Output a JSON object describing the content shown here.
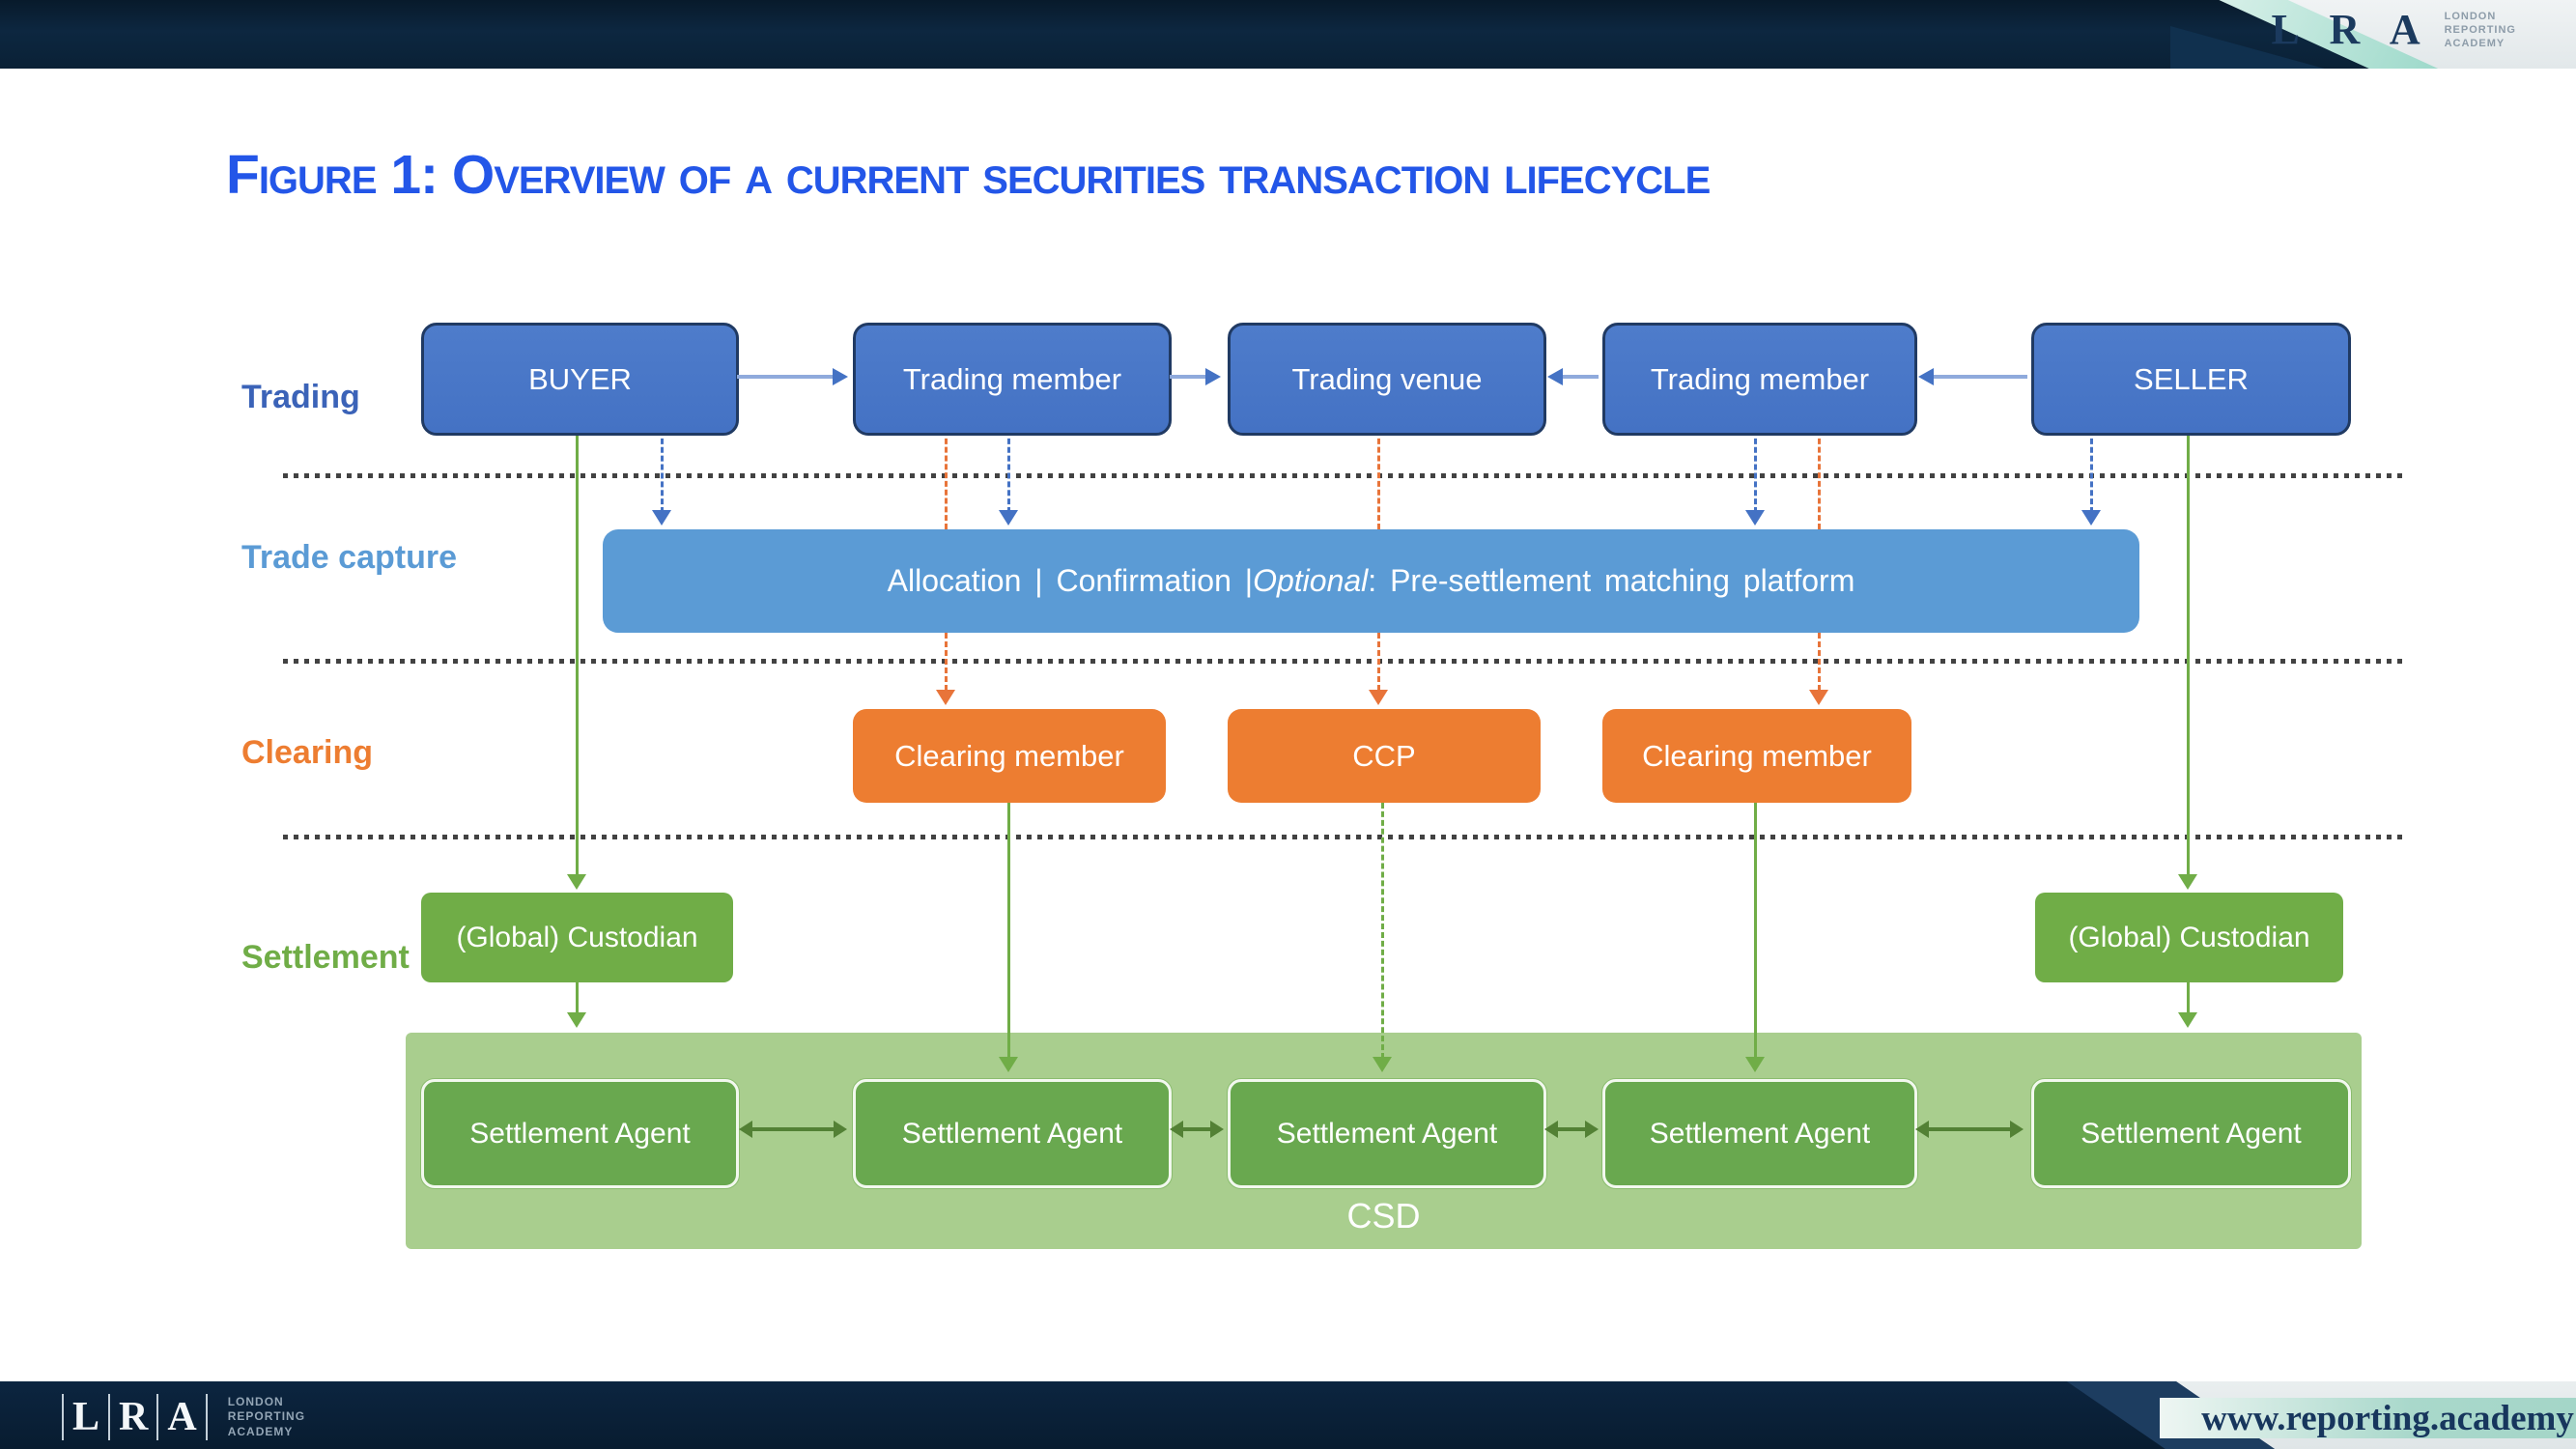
{
  "header": {
    "brand": "L R A",
    "brand_lines": [
      "LONDON",
      "REPORTING",
      "ACADEMY"
    ]
  },
  "title": "Figure 1: Overview of a current securities transaction lifecycle",
  "diagram": {
    "row_labels": {
      "trading": "Trading",
      "trade_capture": "Trade capture",
      "clearing": "Clearing",
      "settlement": "Settlement"
    },
    "trading_boxes": [
      "BUYER",
      "Trading member",
      "Trading venue",
      "Trading member",
      "SELLER"
    ],
    "trade_capture_bar": {
      "pre": "Allocation | Confirmation | ",
      "optional": "Optional",
      "post": ": Pre-settlement matching platform"
    },
    "clearing_boxes": [
      "Clearing member",
      "CCP",
      "Clearing member"
    ],
    "custodians": [
      "(Global) Custodian",
      "(Global) Custodian"
    ],
    "settlement_agents": [
      "Settlement Agent",
      "Settlement Agent",
      "Settlement Agent",
      "Settlement Agent",
      "Settlement Agent"
    ],
    "csd_label": "CSD"
  },
  "footer": {
    "brand_letters": [
      "L",
      "R",
      "A"
    ],
    "brand_lines": [
      "LONDON",
      "REPORTING",
      "ACADEMY"
    ],
    "url": "www.reporting.academy"
  },
  "colors": {
    "trading_blue": "#4472C4",
    "capture_blue": "#5B9BD5",
    "clearing_orange": "#ED7D31",
    "settlement_green": "#70AD47",
    "csd_background": "#A9CE8E",
    "navy": "#0A2236",
    "title_blue": "#2356E8",
    "teal_accent": "#A9D8CB"
  }
}
